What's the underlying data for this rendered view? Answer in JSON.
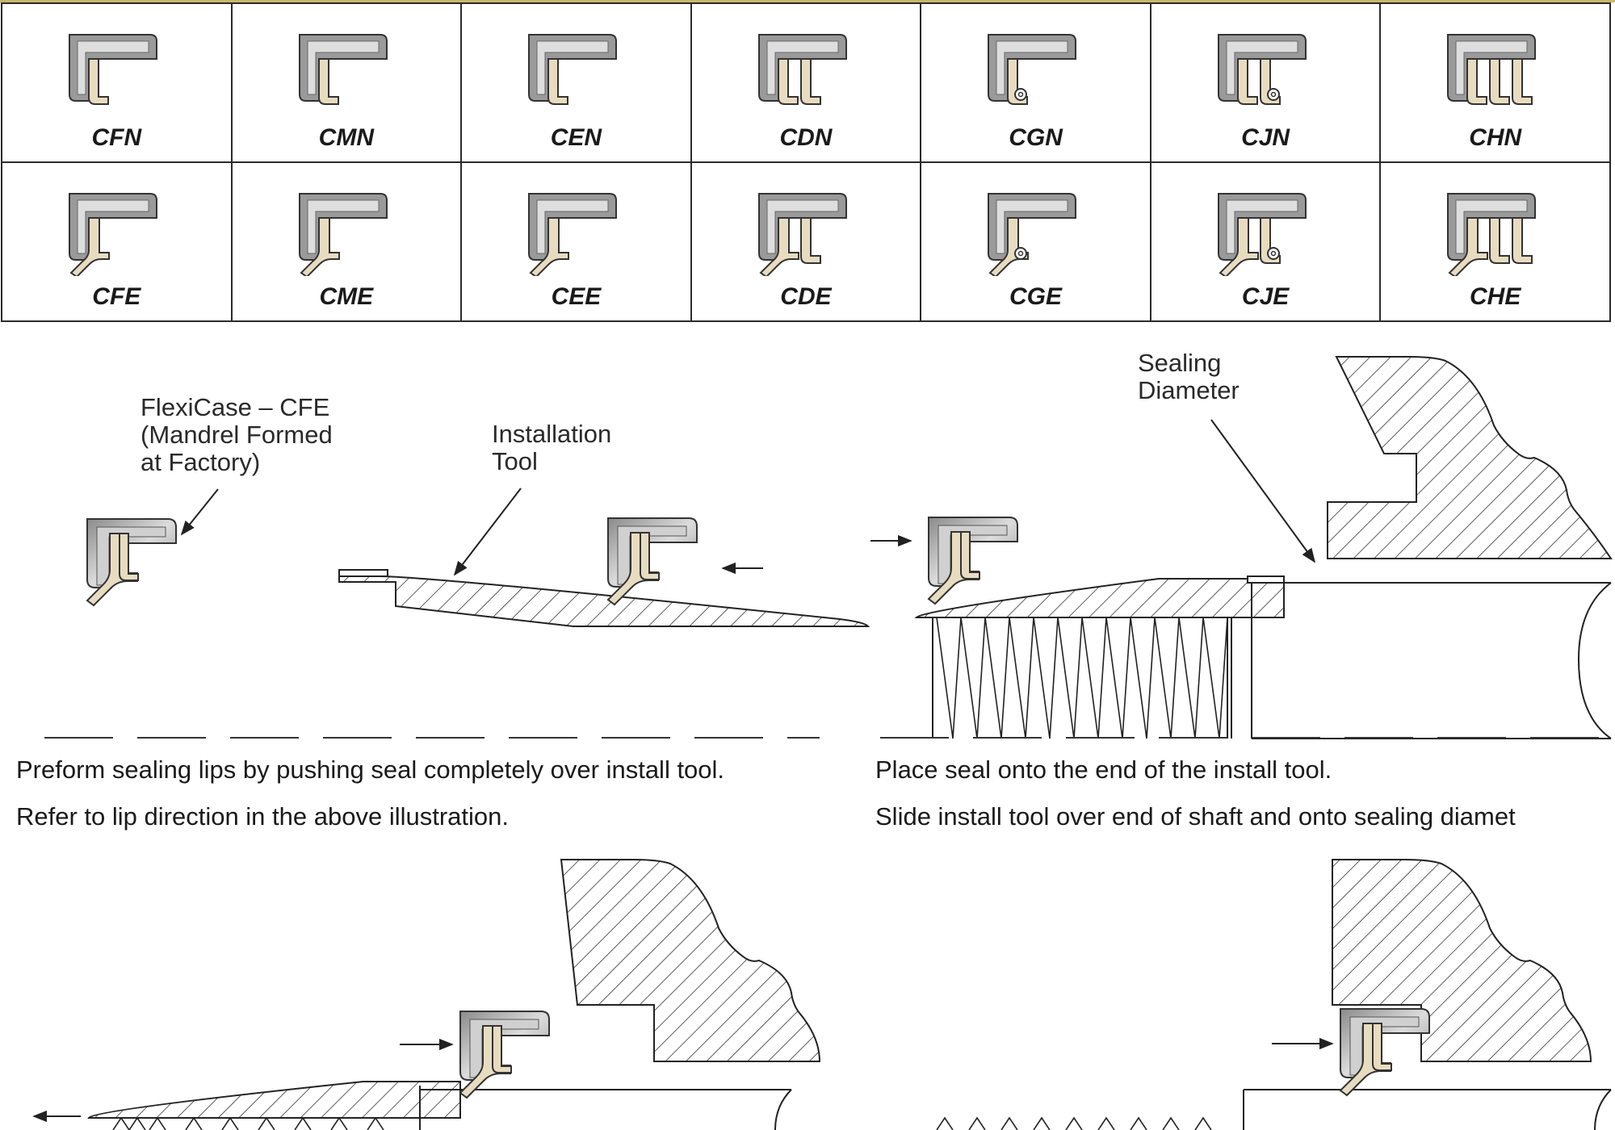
{
  "seal_table": {
    "row1": [
      "CFN",
      "CMN",
      "CEN",
      "CDN",
      "CGN",
      "CJN",
      "CHN"
    ],
    "row2": [
      "CFE",
      "CME",
      "CEE",
      "CDE",
      "CGE",
      "CJE",
      "CHE"
    ]
  },
  "labels": {
    "flexicase_l1": "FlexiCase – CFE",
    "flexicase_l2": "(Mandrel Formed",
    "flexicase_l3": "at Factory)",
    "install_tool_l1": "Installation",
    "install_tool_l2": "Tool",
    "sealing_l1": "Sealing",
    "sealing_l2": "Diameter"
  },
  "captions": {
    "step1_a": "Preform sealing lips by pushing seal completely over install tool.",
    "step1_b": "Refer to lip direction in the above illustration.",
    "step2_a": "Place seal onto the end of the install tool.",
    "step2_b": "Slide install tool over end of shaft and onto sealing diamet"
  },
  "colors": {
    "case_metal": "#9a9a9a",
    "lip_material": "#e8dcc0",
    "line": "#222222",
    "table_border": "#2b2b2b",
    "top_rule": "#c9b76a"
  }
}
